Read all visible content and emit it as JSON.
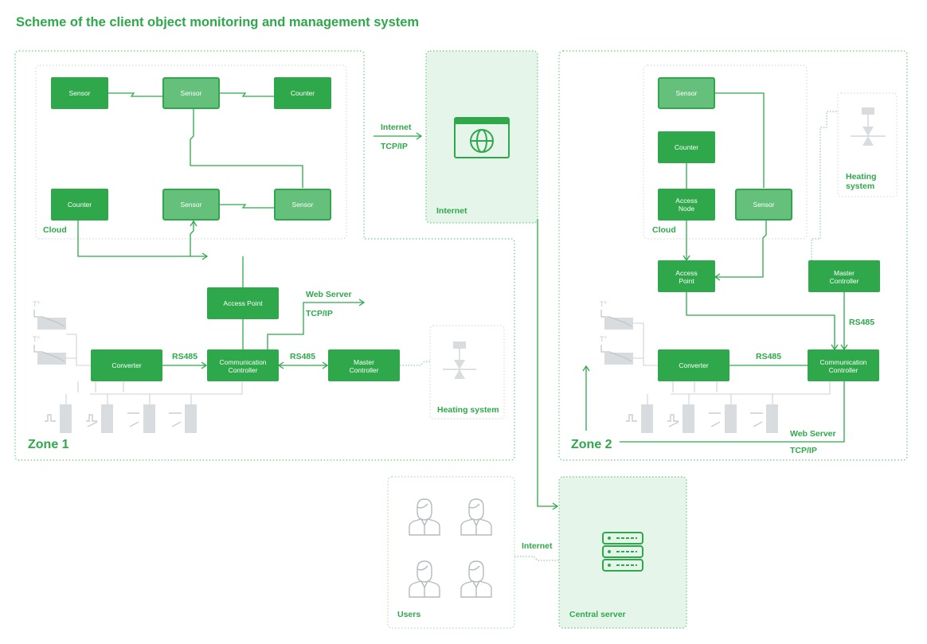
{
  "title": "Scheme of the client object monitoring and management system",
  "zone1": {
    "label": "Zone 1",
    "cloud_label": "Cloud",
    "sensor_label": "Sensor",
    "counter_label": "Counter",
    "access_point": "Access Point",
    "converter": "Converter",
    "comm_controller": [
      "Communication",
      "Controller"
    ],
    "master_controller": [
      "Master",
      "Controller"
    ],
    "rs485_left": "RS485",
    "rs485_right": "RS485",
    "web_server": "Web Server",
    "tcpip": "TCP/IP",
    "heating": "Heating system",
    "temp_label": "T°"
  },
  "internet_box": {
    "label": "Internet",
    "link_top": "Internet",
    "link_bottom": "TCP/IP"
  },
  "zone2": {
    "label": "Zone 2",
    "cloud_label": "Cloud",
    "sensor_label": "Sensor",
    "counter_label": "Counter",
    "access_node": [
      "Access",
      "Node"
    ],
    "access_point": [
      "Access",
      "Point"
    ],
    "master_controller": [
      "Master",
      "Controller"
    ],
    "converter": "Converter",
    "comm_controller": [
      "Communication",
      "Controller"
    ],
    "rs485_left": "RS485",
    "rs485_vertical": "RS485",
    "web_server": "Web Server",
    "tcpip": "TCP/IP",
    "heating": [
      "Heating",
      "system"
    ],
    "temp_label": "T°"
  },
  "users": {
    "label": "Users",
    "link_label": "Internet"
  },
  "central_server": {
    "label": "Central server"
  },
  "icons": [
    "globe-browser-icon",
    "server-rack-icon",
    "user-icon",
    "valve-icon",
    "thermometer-icon",
    "pulse-sensor-icon"
  ],
  "colors": {
    "accent": "#2ea84a",
    "accent_light": "#64c07a",
    "zone_fill": "#e6f5ea",
    "inactive": "#d9dcdf"
  }
}
